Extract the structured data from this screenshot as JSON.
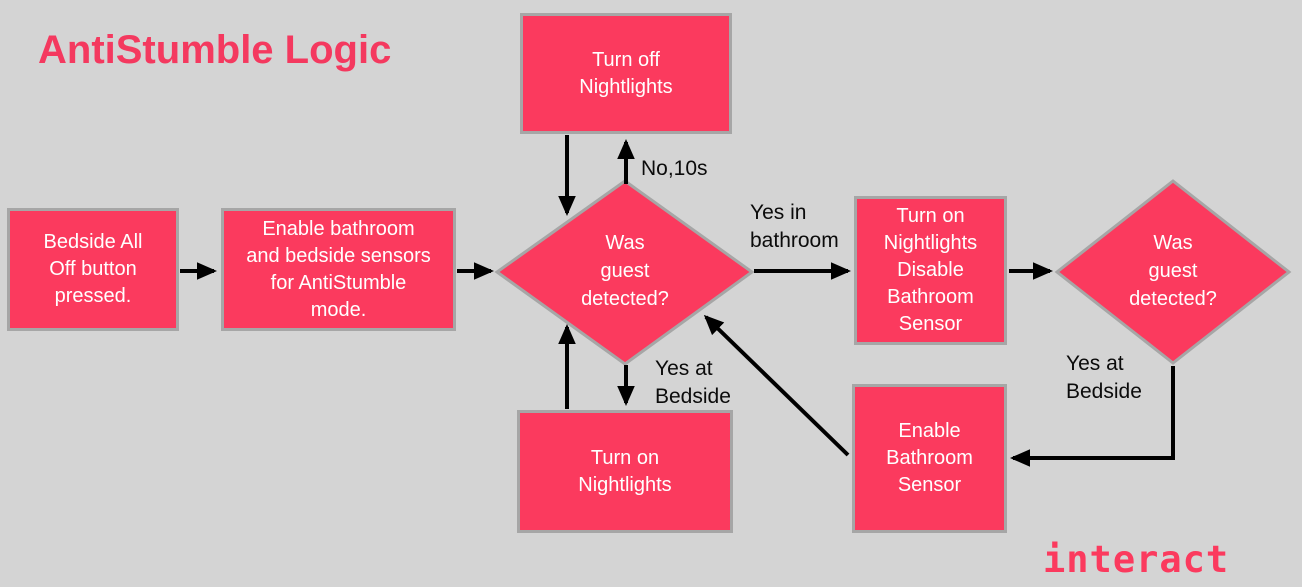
{
  "title": "AntiStumble Logic",
  "logo": "interact",
  "colors": {
    "background": "#D4D4D4",
    "node_fill": "#FB3A5E",
    "node_border": "#A6A6A6",
    "title_text": "#F4395F",
    "node_text": "#FFFFFF",
    "arrow": "#000000"
  },
  "nodes": {
    "start": {
      "text": "Bedside All\nOff button\npressed."
    },
    "enable_sensors": {
      "text": "Enable bathroom\nand bedside sensors\nfor AntiStumble\nmode."
    },
    "turn_off_nightlights": {
      "text": "Turn off\nNightlights"
    },
    "guest_detected_1": {
      "text": "Was\nguest\ndetected?"
    },
    "turn_on_disable": {
      "text": "Turn on\nNightlights\nDisable\nBathroom\nSensor"
    },
    "guest_detected_2": {
      "text": "Was\nguest\ndetected?"
    },
    "enable_bathroom_sensor": {
      "text": "Enable\nBathroom\nSensor"
    },
    "turn_on_nightlights": {
      "text": "Turn on\nNightlights"
    }
  },
  "edge_labels": {
    "no_10s": "No,10s",
    "yes_in_bathroom": "Yes in\nbathroom",
    "yes_at_bedside_right": "Yes at\nBedside",
    "yes_at_bedside_center": "Yes at\nBedside"
  }
}
